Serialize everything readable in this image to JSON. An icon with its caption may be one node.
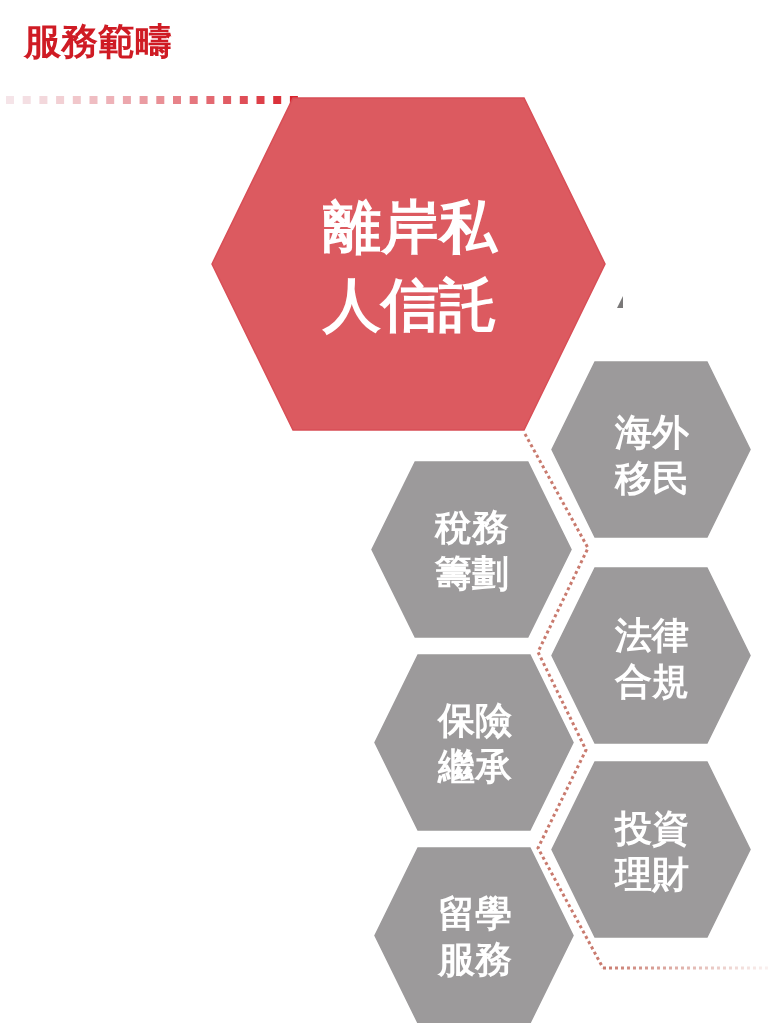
{
  "diagram": {
    "title": "服務範疇",
    "nodes": [
      {
        "text": [
          "離岸私人信託"
        ]
      },
      {
        "text": [
          "海外移民"
        ]
      },
      {
        "text": [
          "稅務籌劃"
        ]
      },
      {
        "text": [
          "法律合規"
        ]
      },
      {
        "text": [
          "保險繼承"
        ]
      },
      {
        "text": [
          "投資理財"
        ]
      },
      {
        "text": [
          "留學服務"
        ]
      }
    ]
  }
}
